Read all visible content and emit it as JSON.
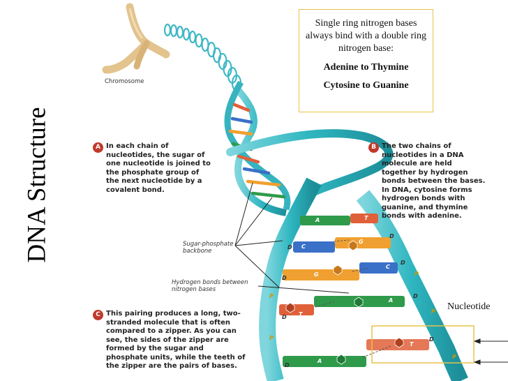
{
  "side_title": "DNA Structure",
  "callout": {
    "intro": "Single ring nitrogen bases always bind with a double ring nitrogen base:",
    "pair_1": "Adenine to Thymine",
    "pair_2": "Cytosine to Guanine"
  },
  "labels": {
    "chromosome": "Chromosome",
    "sugar_phosphate": "Sugar-phosphate backbone",
    "hydrogen_bonds": "Hydrogen bonds between nitrogen bases",
    "nucleotide": "Nucleotide"
  },
  "notes": {
    "a_badge": "A",
    "a_text": "In each chain of nucleotides, the sugar of one nucleotide is joined to the phosphate group of the next nucleotide by a covalent bond.",
    "b_badge": "B",
    "b_text": "The two chains of nucleotides in a DNA molecule are held together by hydrogen bonds between the bases. In DNA, cytosine forms hydrogen bonds with guanine, and thymine bonds with adenine.",
    "c_badge": "C",
    "c_text": "This pairing produces a long, two-stranded molecule that is often compared to a zipper. As you can see, the sides of the zipper are formed by the sugar and phosphate units, while the teeth of the zipper are the pairs of bases."
  },
  "ladder": {
    "rows": [
      {
        "left": "",
        "left_base": "A",
        "right_base": "T",
        "right": ""
      },
      {
        "left": "D",
        "left_base": "C",
        "right_base": "G",
        "right": "D"
      },
      {
        "left": "D",
        "left_base": "G",
        "right_base": "C",
        "right": "D"
      },
      {
        "left": "D",
        "left_base": "T",
        "right_base": "A",
        "right": "D"
      },
      {
        "left": "D",
        "left_base": "A",
        "right_base": "T",
        "right": "D"
      }
    ],
    "phosphate": "P"
  },
  "colors": {
    "helix": "#2fb6c0",
    "adenine": "#2e9a4a",
    "thymine": "#e0603a",
    "guanine": "#f0a030",
    "cytosine": "#3a70c8",
    "badge": "#c0392b",
    "callout_border": "#e8c24a"
  }
}
